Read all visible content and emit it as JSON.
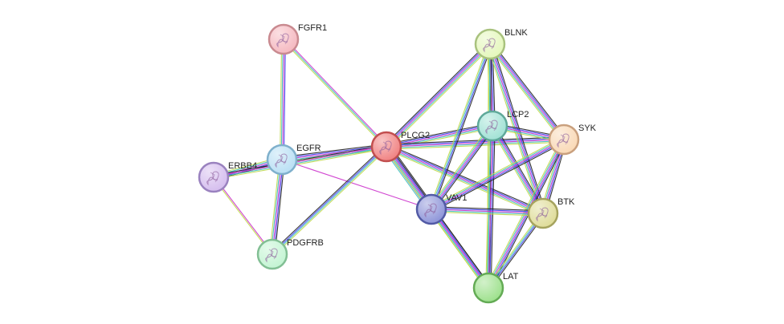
{
  "network": {
    "nodes": [
      {
        "id": "FGFR1",
        "label": "FGFR1",
        "color": "#f5b7bf",
        "border": "#c98a90",
        "icon": "protein-structure-icon"
      },
      {
        "id": "BLNK",
        "label": "BLNK",
        "color": "#e4f7ba",
        "border": "#a9c27e",
        "icon": "protein-structure-icon"
      },
      {
        "id": "LCP2",
        "label": "LCP2",
        "color": "#9fe1d4",
        "border": "#5fa99a",
        "icon": "protein-structure-icon"
      },
      {
        "id": "SYK",
        "label": "SYK",
        "color": "#f9d8b4",
        "border": "#c9a07e",
        "icon": "protein-structure-icon"
      },
      {
        "id": "PLCG2",
        "label": "PLCG2",
        "color": "#f07f7f",
        "border": "#c24f4f",
        "icon": "protein-structure-icon"
      },
      {
        "id": "EGFR",
        "label": "EGFR",
        "color": "#b8dff4",
        "border": "#7fb0cc",
        "icon": "protein-structure-icon"
      },
      {
        "id": "ERBB4",
        "label": "ERBB4",
        "color": "#d4bcee",
        "border": "#9a82bf",
        "icon": "protein-structure-icon"
      },
      {
        "id": "VAV1",
        "label": "VAV1",
        "color": "#8b92d8",
        "border": "#525aa5",
        "icon": "protein-structure-icon"
      },
      {
        "id": "BTK",
        "label": "BTK",
        "color": "#dedb96",
        "border": "#a5a35e",
        "icon": "protein-structure-icon"
      },
      {
        "id": "PDGFRB",
        "label": "PDGFRB",
        "color": "#c2f4d2",
        "border": "#82bf94",
        "icon": "protein-structure-icon"
      },
      {
        "id": "LAT",
        "label": "LAT",
        "color": "#9be08a",
        "border": "#64ab55",
        "icon": ""
      }
    ],
    "edges": [
      {
        "source": "FGFR1",
        "target": "EGFR",
        "evidence": [
          "#3f3ff0",
          "#cc33cc",
          "#40c0c0",
          "#bfd84a"
        ]
      },
      {
        "source": "FGFR1",
        "target": "PLCG2",
        "evidence": [
          "#cc33cc",
          "#40c0c0",
          "#bfd84a"
        ]
      },
      {
        "source": "EGFR",
        "target": "ERBB4",
        "evidence": [
          "#222222",
          "#3f3ff0",
          "#cc33cc",
          "#40c0c0",
          "#bfd84a"
        ]
      },
      {
        "source": "EGFR",
        "target": "PLCG2",
        "evidence": [
          "#222222",
          "#3f3ff0",
          "#cc33cc",
          "#40c0c0",
          "#bfd84a"
        ]
      },
      {
        "source": "EGFR",
        "target": "PDGFRB",
        "evidence": [
          "#222222",
          "#3f3ff0",
          "#cc33cc",
          "#40c0c0",
          "#bfd84a"
        ]
      },
      {
        "source": "ERBB4",
        "target": "PLCG2",
        "evidence": [
          "#222222",
          "#cc33cc",
          "#40c0c0",
          "#bfd84a"
        ]
      },
      {
        "source": "ERBB4",
        "target": "PDGFRB",
        "evidence": [
          "#cc33cc",
          "#bfd84a"
        ]
      },
      {
        "source": "EGFR",
        "target": "VAV1",
        "evidence": [
          "#cc33cc"
        ]
      },
      {
        "source": "PDGFRB",
        "target": "PLCG2",
        "evidence": [
          "#222222",
          "#3f3ff0",
          "#40c0c0",
          "#bfd84a"
        ]
      },
      {
        "source": "PLCG2",
        "target": "BLNK",
        "evidence": [
          "#222222",
          "#3f3ff0",
          "#cc33cc",
          "#40c0c0",
          "#bfd84a"
        ]
      },
      {
        "source": "PLCG2",
        "target": "LCP2",
        "evidence": [
          "#222222",
          "#3f3ff0",
          "#cc33cc",
          "#40c0c0",
          "#bfd84a"
        ]
      },
      {
        "source": "PLCG2",
        "target": "SYK",
        "evidence": [
          "#222222",
          "#3f3ff0",
          "#cc33cc",
          "#40c0c0",
          "#bfd84a"
        ]
      },
      {
        "source": "PLCG2",
        "target": "VAV1",
        "evidence": [
          "#222222",
          "#3f3ff0",
          "#cc33cc",
          "#40c0c0",
          "#bfd84a",
          "#3f3ff0",
          "#40c0c0"
        ]
      },
      {
        "source": "PLCG2",
        "target": "BTK",
        "evidence": [
          "#222222",
          "#3f3ff0",
          "#cc33cc",
          "#40c0c0",
          "#bfd84a"
        ]
      },
      {
        "source": "PLCG2",
        "target": "LAT",
        "evidence": [
          "#222222",
          "#3f3ff0",
          "#cc33cc",
          "#40c0c0",
          "#bfd84a"
        ]
      },
      {
        "source": "BLNK",
        "target": "LCP2",
        "evidence": [
          "#222222",
          "#3f3ff0",
          "#cc33cc",
          "#40c0c0",
          "#bfd84a"
        ]
      },
      {
        "source": "BLNK",
        "target": "SYK",
        "evidence": [
          "#222222",
          "#3f3ff0",
          "#cc33cc",
          "#40c0c0",
          "#bfd84a"
        ]
      },
      {
        "source": "BLNK",
        "target": "VAV1",
        "evidence": [
          "#222222",
          "#3f3ff0",
          "#40c0c0",
          "#bfd84a"
        ]
      },
      {
        "source": "BLNK",
        "target": "BTK",
        "evidence": [
          "#222222",
          "#3f3ff0",
          "#cc33cc",
          "#40c0c0",
          "#bfd84a"
        ]
      },
      {
        "source": "BLNK",
        "target": "LAT",
        "evidence": [
          "#222222",
          "#40c0c0",
          "#bfd84a"
        ]
      },
      {
        "source": "LCP2",
        "target": "SYK",
        "evidence": [
          "#222222",
          "#3f3ff0",
          "#cc33cc",
          "#40c0c0",
          "#bfd84a"
        ]
      },
      {
        "source": "LCP2",
        "target": "VAV1",
        "evidence": [
          "#222222",
          "#3f3ff0",
          "#cc33cc",
          "#40c0c0",
          "#bfd84a"
        ]
      },
      {
        "source": "LCP2",
        "target": "BTK",
        "evidence": [
          "#222222",
          "#3f3ff0",
          "#cc33cc",
          "#40c0c0",
          "#bfd84a"
        ]
      },
      {
        "source": "LCP2",
        "target": "LAT",
        "evidence": [
          "#222222",
          "#3f3ff0",
          "#cc33cc",
          "#40c0c0",
          "#bfd84a"
        ]
      },
      {
        "source": "SYK",
        "target": "VAV1",
        "evidence": [
          "#222222",
          "#3f3ff0",
          "#cc33cc",
          "#40c0c0",
          "#bfd84a"
        ]
      },
      {
        "source": "SYK",
        "target": "BTK",
        "evidence": [
          "#222222",
          "#3f3ff0",
          "#cc33cc",
          "#40c0c0",
          "#bfd84a"
        ]
      },
      {
        "source": "SYK",
        "target": "LAT",
        "evidence": [
          "#222222",
          "#3f3ff0",
          "#cc33cc",
          "#40c0c0",
          "#bfd84a"
        ]
      },
      {
        "source": "VAV1",
        "target": "BTK",
        "evidence": [
          "#222222",
          "#3f3ff0",
          "#cc33cc",
          "#40c0c0",
          "#bfd84a"
        ]
      },
      {
        "source": "VAV1",
        "target": "LAT",
        "evidence": [
          "#222222",
          "#3f3ff0",
          "#cc33cc",
          "#40c0c0",
          "#bfd84a"
        ]
      },
      {
        "source": "BTK",
        "target": "LAT",
        "evidence": [
          "#222222",
          "#3f3ff0",
          "#40c0c0",
          "#bfd84a"
        ]
      }
    ]
  }
}
